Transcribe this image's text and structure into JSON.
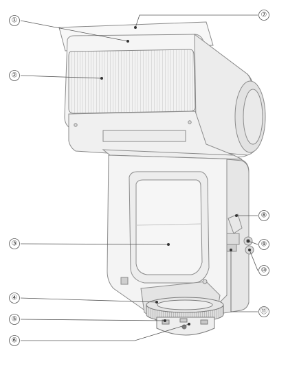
{
  "callouts": [
    {
      "id": "c1",
      "number": "①"
    },
    {
      "id": "c2",
      "number": "②"
    },
    {
      "id": "c3",
      "number": "③"
    },
    {
      "id": "c4",
      "number": "④"
    },
    {
      "id": "c5",
      "number": "⑤"
    },
    {
      "id": "c6",
      "number": "⑥"
    },
    {
      "id": "c7",
      "number": "⑦"
    },
    {
      "id": "c8",
      "number": "⑧"
    },
    {
      "id": "c9",
      "number": "⑨"
    },
    {
      "id": "c10",
      "number": "⑩"
    },
    {
      "id": "c11",
      "number": "⑪"
    }
  ],
  "colors": {
    "line": "#555555",
    "outline": "#8a8a8a",
    "fill_light": "#f5f5f5",
    "fill_mid": "#e9e9e9",
    "fill_dark": "#d4d4d4"
  }
}
